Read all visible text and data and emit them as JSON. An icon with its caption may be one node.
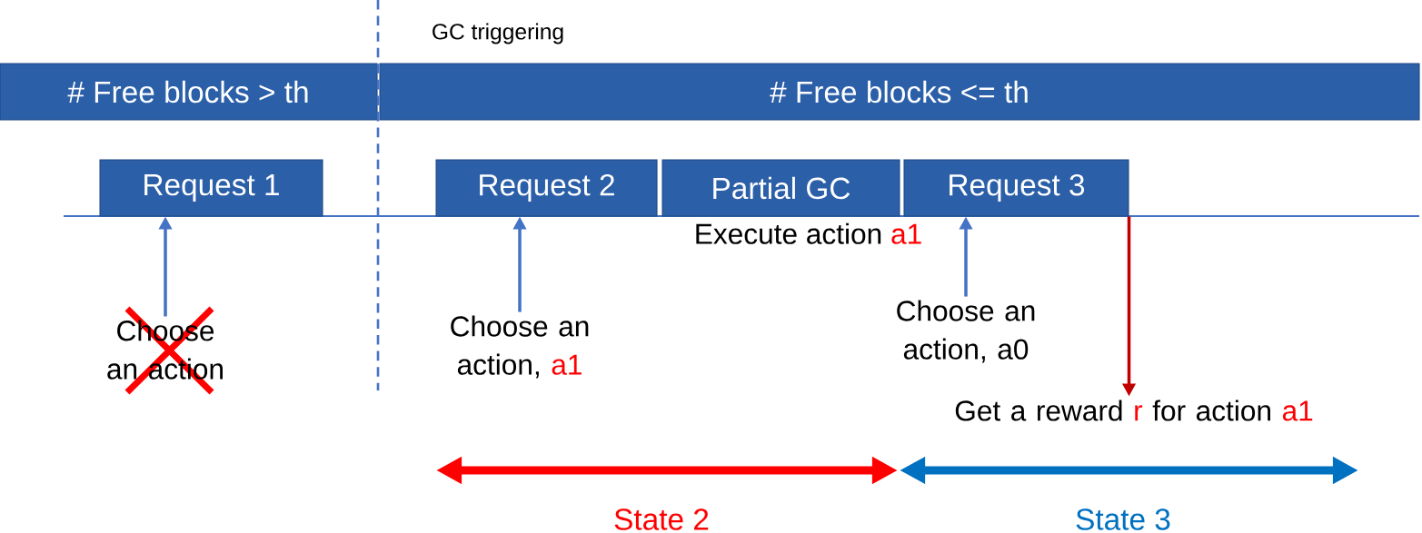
{
  "diagram": {
    "nodes": [
      {
        "text": [
          "# Free blocks > th"
        ]
      },
      {
        "text": [
          "# Free blocks <= th"
        ]
      },
      {
        "text": [
          "Request 1"
        ]
      },
      {
        "text": [
          "Request 2"
        ]
      },
      {
        "text": [
          "Partial GC"
        ],
        "beside": [
          "Execute action",
          "a1"
        ]
      },
      {
        "text": [
          "Request 3"
        ]
      },
      {
        "text": [
          "Choose an action"
        ]
      },
      {
        "text": [
          "Choose an action,",
          "a1"
        ]
      },
      {
        "text": [
          "Choose an action, a0"
        ]
      },
      {
        "text": [
          "Get a reward",
          "r",
          "for action",
          "a1"
        ]
      }
    ],
    "edges": [
      {
        "from": 6,
        "to": 2,
        "arrow": "to"
      },
      {
        "from": 7,
        "to": 3,
        "arrow": "to"
      },
      {
        "from": 8,
        "to": 5,
        "arrow": "to"
      },
      {
        "from": 5,
        "to": 9,
        "arrow": "to",
        "color": "#c00000"
      }
    ],
    "labels": [
      "GC triggering",
      "State 2",
      "State 3"
    ]
  }
}
